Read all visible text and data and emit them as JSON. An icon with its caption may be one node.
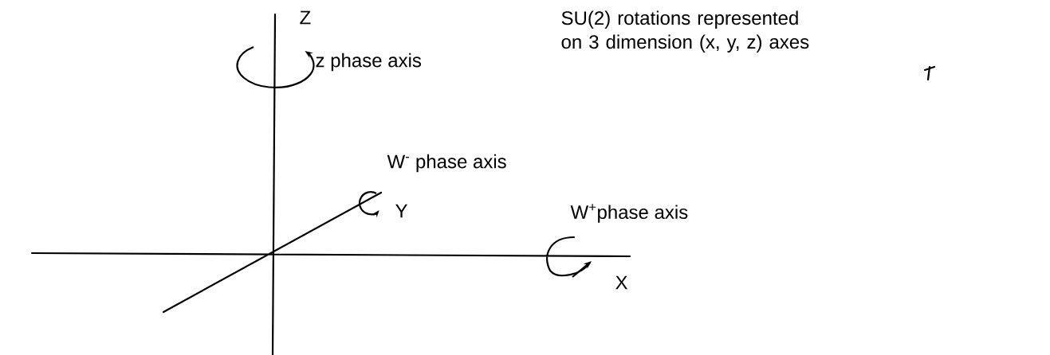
{
  "diagram": {
    "labels": [
      "Z",
      "z phase axis",
      "SU(2) rotations represented on 3 dimension (x, y, z) axes",
      "W$^{-}$ phase axis",
      "Y",
      "W$^{+}$phase axis",
      "X"
    ]
  }
}
